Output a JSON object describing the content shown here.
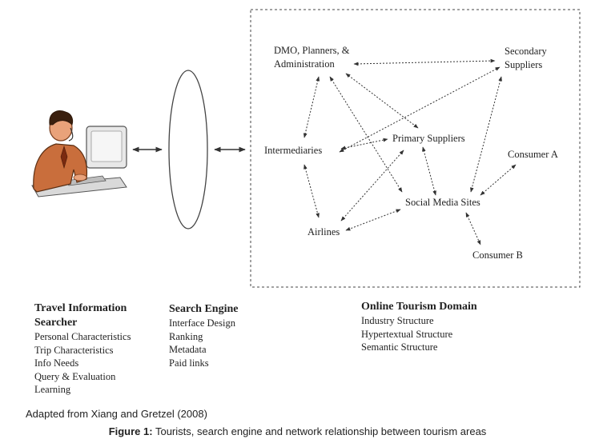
{
  "nodes": {
    "dmo_line1": "DMO, Planners, &",
    "dmo_line2": "Administration",
    "secondary_line1": "Secondary",
    "secondary_line2": "Suppliers",
    "intermediaries": "Intermediaries",
    "primary": "Primary Suppliers",
    "consumer_a": "Consumer A",
    "social_media": "Social Media Sites",
    "airlines": "Airlines",
    "consumer_b": "Consumer B"
  },
  "searcher": {
    "title_line1": "Travel Information",
    "title_line2": "Searcher",
    "items": [
      "Personal Characteristics",
      "Trip Characteristics",
      "Info Needs",
      "Query & Evaluation",
      "Learning"
    ]
  },
  "search_engine": {
    "title": "Search Engine",
    "items": [
      "Interface Design",
      "Ranking",
      "Metadata",
      "Paid links"
    ]
  },
  "domain": {
    "title": "Online Tourism Domain",
    "items": [
      "Industry Structure",
      "Hypertextual Structure",
      "Semantic Structure"
    ]
  },
  "caption": {
    "source": "Adapted from Xiang and Gretzel (2008)",
    "figure_label": "Figure 1:",
    "figure_text": " Tourists, search engine and network relationship between tourism areas"
  },
  "colors": {
    "line": "#333333",
    "skin": "#e9a27a",
    "shirt": "#c96e3c",
    "computer": "#e8e8e8"
  }
}
